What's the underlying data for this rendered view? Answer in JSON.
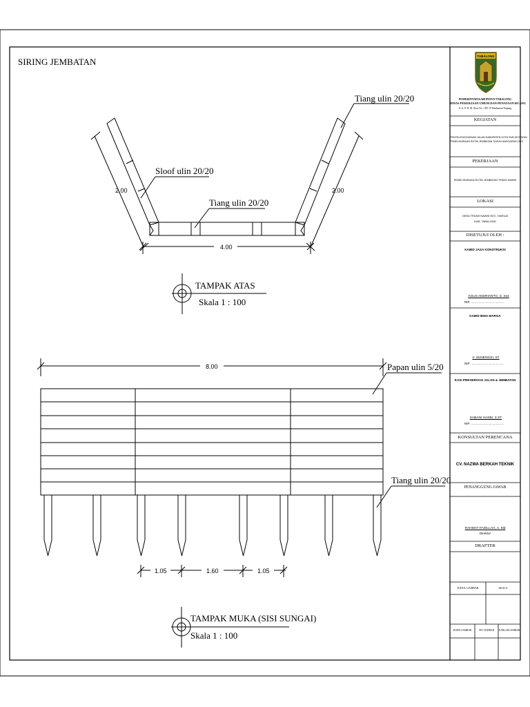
{
  "drawing": {
    "title": "SIRING JEMBATAN",
    "top_view": {
      "label_tiang_top": "Tiang ulin 20/20",
      "label_sloof": "Sloof ulin 20/20",
      "label_tiang_mid": "Tiang ulin 20/20",
      "dim_left": "2.00",
      "dim_right": "2.00",
      "dim_bottom": "4.00",
      "view_title": "TAMPAK ATAS",
      "view_scale": "Skala 1 : 100"
    },
    "front_view": {
      "dim_total": "8.00",
      "label_papan": "Papan ulin 5/20",
      "label_tiang": "Tiang ulin 20/20",
      "dim_1": "1.05",
      "dim_2": "1.60",
      "dim_3": "1.05",
      "view_title": "TAMPAK MUKA (SISI SUNGAI)",
      "view_scale": "Skala 1 : 100"
    }
  },
  "title_block": {
    "logo_text": "TABALONG",
    "agency_line1": "PEMERINTAH KABUPATEN TABALONG",
    "agency_line2": "DINAS PEKERJAAN UMUM DAN PENATAAN RUANG",
    "agency_line3": "Jl. Ir. P. H. M. Noor No. 1 RT 19 Pembataan Tanjung",
    "kegiatan_header": "KEGIATAN",
    "kegiatan_text1": "PENYELENGGARAAN JALAN KABUPATEN KOTA SUB KEGIATAN",
    "kegiatan_text2": "PEMELIHARAAN RUTIN JEMBATAN TAHUN ANGGARAN 2022",
    "pekerjaan_header": "PEKERJAAN",
    "pekerjaan_text": "PEMELIHARAAN RUTIN JEMBATAN TRANS NAWIN",
    "lokasi_header": "LOKASI",
    "lokasi_line1": "DESA TRANS NAWIN KEC. HARUAI",
    "lokasi_line2": "KAB. TABALONG",
    "disetujui_header": "DISETUJUI OLEH :",
    "kabid_jasa": "KABID JASA KONSTRUKSI",
    "kabid_jasa_name": "AGUS ANDRIANTO, S. Sos",
    "nip1": "NIP. ......................................",
    "kabid_bina": "KABID BINA MARGA",
    "kabid_bina_name": "Ir. SUNENGSI, ST",
    "nip2": "NIP. ......................................",
    "kasi_preservasi": "KASI PRESERVASI JALAN & JEMBATAN",
    "kasi_name": "SABANI HASBI, S.ST",
    "nip3": "NIP. ......................................",
    "konsultan_header": "KONSULTAN PERENCANA",
    "konsultan_name": "CV. NAZWA BERKAH TEKNIK",
    "penanggung_header": "PENANGGUNG JAWAB",
    "penanggung_name": "RAHMAT FADILLAH, A. Md",
    "penanggung_role": "Direktur",
    "drafter_header": "DRAFTER",
    "judul_gambar": "JUDUL GAMBAR",
    "skala": "SKALA",
    "kode_gambar": "KODE GAMBAR",
    "no_lembar": "NO/ LEMBAR",
    "jumlah_lembar": "JUMLAH LEMBAR"
  }
}
